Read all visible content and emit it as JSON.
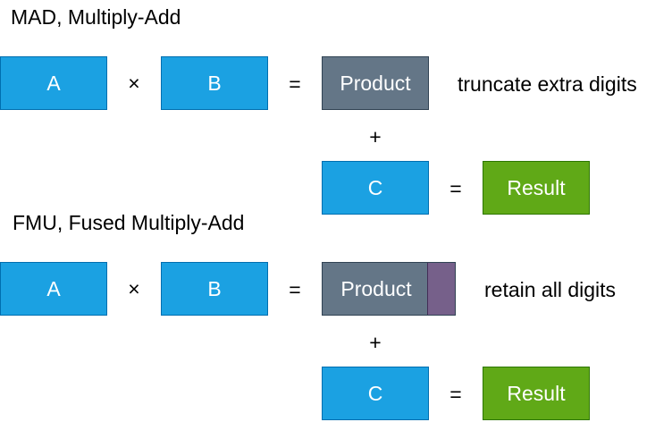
{
  "sections": [
    {
      "title": "MAD, Multiply-Add",
      "a": "A",
      "times": "×",
      "b": "B",
      "equals1": "=",
      "product": "Product",
      "note": "truncate extra digits",
      "plus": "+",
      "c": "C",
      "equals2": "=",
      "result": "Result"
    },
    {
      "title": "FMU, Fused Multiply-Add",
      "a": "A",
      "times": "×",
      "b": "B",
      "equals1": "=",
      "product": "Product",
      "note": "retain all digits",
      "plus": "+",
      "c": "C",
      "equals2": "=",
      "result": "Result"
    }
  ],
  "colors": {
    "operand_fill": "#1ba1e2",
    "product_fill": "#647687",
    "extra_digits_fill": "#76608a",
    "result_fill": "#60a917"
  }
}
